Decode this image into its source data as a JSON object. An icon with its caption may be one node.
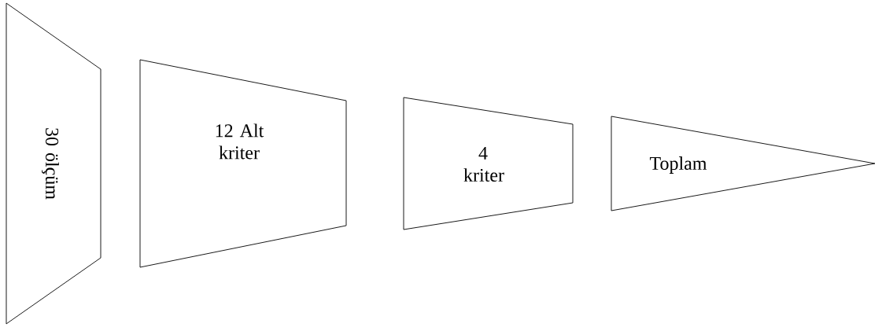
{
  "diagram": {
    "nodes": [
      {
        "text": [
          "30 ölçüm"
        ]
      },
      {
        "text": [
          "12 Alt kriter"
        ]
      },
      {
        "text": [
          "4 kriter"
        ]
      },
      {
        "text": [
          "Toplam"
        ]
      }
    ]
  }
}
